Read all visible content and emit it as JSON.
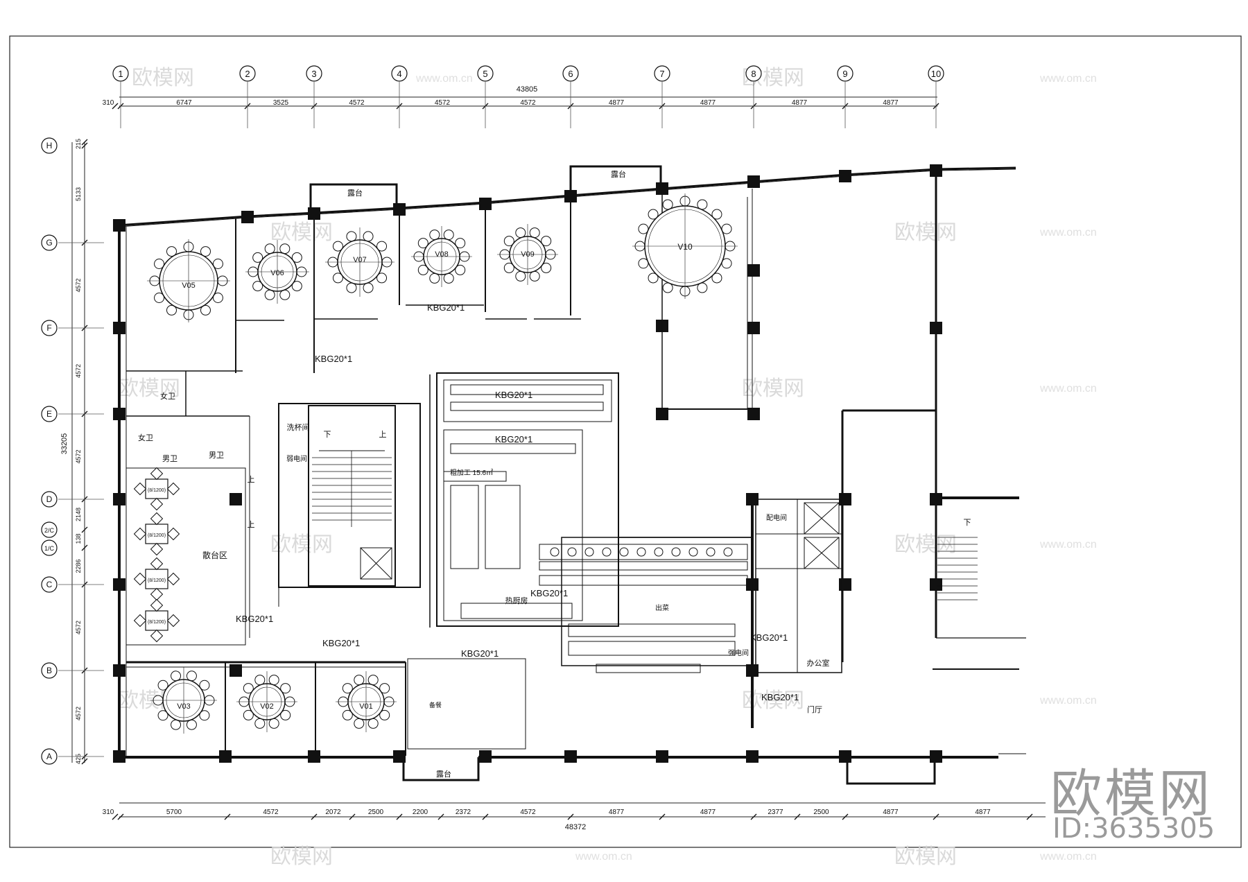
{
  "grid": {
    "columns": [
      "1",
      "2",
      "3",
      "4",
      "5",
      "6",
      "7",
      "8",
      "9",
      "10"
    ],
    "rows": [
      "H",
      "G",
      "F",
      "E",
      "D",
      "2/C",
      "1/C",
      "C",
      "B",
      "A"
    ]
  },
  "dims": {
    "top_total": "43805",
    "top_segments": [
      "310",
      "6747",
      "3525",
      "4572",
      "4572",
      "4572",
      "4877",
      "4877",
      "4877",
      "4877"
    ],
    "bottom_total": "48372",
    "bottom_segments": [
      "310",
      "5700",
      "4572",
      "2072",
      "2500",
      "2200",
      "2372",
      "4572",
      "4877",
      "4877",
      "2377",
      "2500",
      "4877",
      "4877"
    ],
    "left_total": "33205",
    "left_segments": [
      "215",
      "5133",
      "4572",
      "4572",
      "4572",
      "2148",
      "138",
      "2286",
      "4572",
      "4572",
      "425"
    ]
  },
  "rooms": {
    "v05": "V05",
    "v06": "V06",
    "v07": "V07",
    "v08": "V08",
    "v09": "V09",
    "v10": "V10",
    "v01": "V01",
    "v02": "V02",
    "v03": "V03",
    "terrace": "露台",
    "female_wc": "女卫",
    "male_wc": "男卫",
    "wash_room": "洗杯间",
    "weak_room": "弱电间",
    "scatter_area": "散台区",
    "rough_process": "粗加工 15.6㎡",
    "hot_kitchen": "热厨房",
    "pass": "出菜",
    "strong_room": "强电间",
    "office": "办公室",
    "lobby": "门厅",
    "dist_room": "配电间",
    "down": "下",
    "up": "上",
    "pantry": "备餐",
    "seat_1": "(8/1200)"
  },
  "equipment": {
    "kbg": "KBG20*1"
  },
  "watermark": {
    "cn": "欧模网",
    "url": "www.om.cn",
    "brand": "欧模网",
    "id": "ID:3635305"
  }
}
